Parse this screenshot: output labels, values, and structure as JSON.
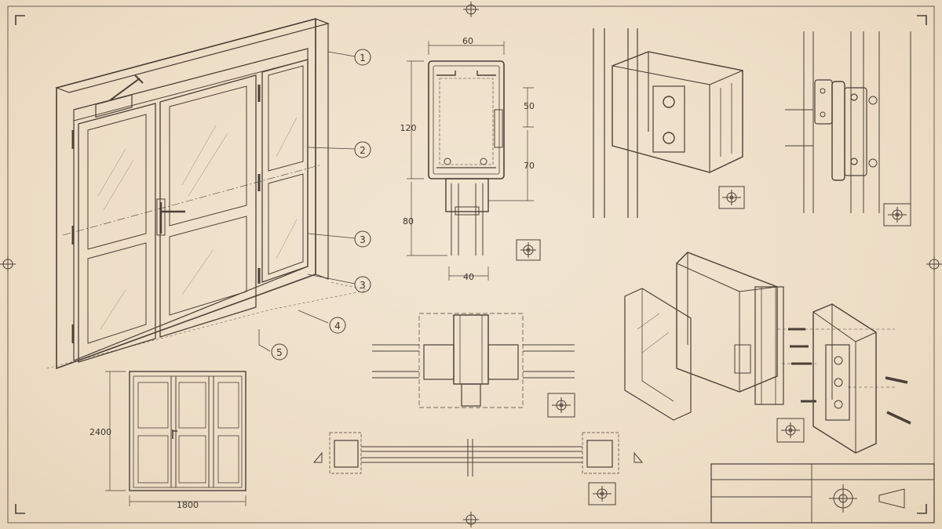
{
  "callouts": [
    "1",
    "2",
    "3",
    "3",
    "4",
    "5"
  ],
  "dimensions": {
    "overall_width": "1800",
    "overall_height": "2400",
    "profile_width": "60",
    "profile_height": "120",
    "upper_offset": "50",
    "lower_offset": "70",
    "mullion_depth": "80",
    "mullion_width": "40"
  },
  "colors": {
    "paper": "#efe1cc",
    "ink": "#4a4038",
    "glass": "#e8dccb"
  },
  "icons": [
    "registration-mark-icon",
    "detail-reference-icon",
    "projection-symbol-icon",
    "section-arrow-icon"
  ]
}
